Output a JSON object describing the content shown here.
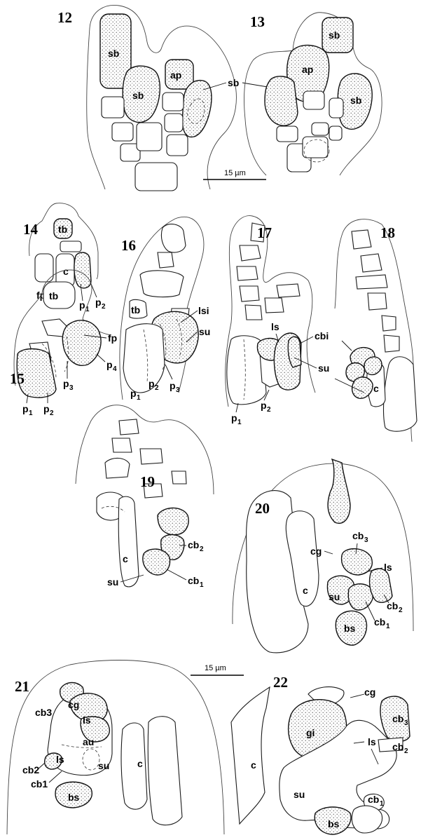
{
  "figures": {
    "f12": "12",
    "f13": "13",
    "f14": "14",
    "f15": "15",
    "f16": "16",
    "f17": "17",
    "f18": "18",
    "f19": "19",
    "f20": "20",
    "f21": "21",
    "f22": "22"
  },
  "scale_bars": {
    "top": "15 µm",
    "bottom": "15 µm"
  },
  "labels": {
    "sb": "sb",
    "ap": "ap",
    "tb": "tb",
    "c": "c",
    "fp": "fp",
    "p": "p",
    "lsi": "lsi",
    "su": "su",
    "ls": "ls",
    "cbi": "cbi",
    "cb": "cb",
    "cg": "cg",
    "bs": "bs",
    "au": "au",
    "gi": "gi",
    "cb3_inline": "cb3",
    "cb2_inline": "cb2",
    "cb1_inline": "cb1"
  },
  "subscripts": {
    "one": "1",
    "two": "2",
    "three": "3",
    "four": "4"
  }
}
